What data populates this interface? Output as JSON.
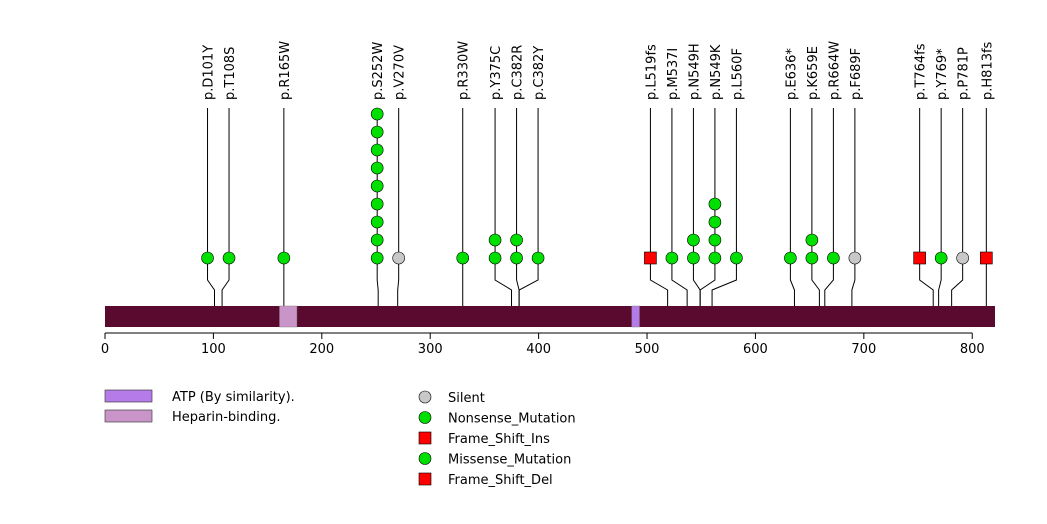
{
  "chart_data": {
    "type": "lollipop",
    "protein_length": 821,
    "x_ticks": [
      0,
      100,
      200,
      300,
      400,
      500,
      600,
      700,
      800
    ],
    "xlim": [
      0,
      821
    ],
    "colors": {
      "backbone": "#5a0a2e",
      "atp_domain": "#b57be8",
      "heparin_domain": "#c994c7",
      "silent": "#c8c8c8",
      "nonsense": "#00e000",
      "frame_shift_ins": "#ff0000",
      "missense": "#00e000",
      "frame_shift_del": "#ff0000"
    },
    "domains": [
      {
        "name": "ATP (By similarity).",
        "start": 486,
        "end": 493,
        "color_key": "atp_domain"
      },
      {
        "name": "Heparin-binding.",
        "start": 161,
        "end": 177,
        "color_key": "heparin_domain"
      }
    ],
    "mutations": [
      {
        "label": "p.D101Y",
        "position": 101,
        "count": 1,
        "type": "Missense_Mutation"
      },
      {
        "label": "p.T108S",
        "position": 108,
        "count": 1,
        "type": "Missense_Mutation"
      },
      {
        "label": "p.R165W",
        "position": 165,
        "count": 1,
        "type": "Missense_Mutation"
      },
      {
        "label": "p.S252W",
        "position": 252,
        "count": 9,
        "type": "Missense_Mutation"
      },
      {
        "label": "p.V270V",
        "position": 270,
        "count": 1,
        "type": "Silent"
      },
      {
        "label": "p.R330W",
        "position": 330,
        "count": 1,
        "type": "Missense_Mutation"
      },
      {
        "label": "p.Y375C",
        "position": 375,
        "count": 2,
        "type": "Missense_Mutation"
      },
      {
        "label": "p.C382R",
        "position": 382,
        "count": 2,
        "type": "Missense_Mutation"
      },
      {
        "label": "p.C382Y",
        "position": 382,
        "count": 1,
        "type": "Missense_Mutation"
      },
      {
        "label": "p.L519fs",
        "position": 519,
        "count": 1,
        "type": "Frame_Shift_Ins"
      },
      {
        "label": "p.M537I",
        "position": 537,
        "count": 1,
        "type": "Missense_Mutation"
      },
      {
        "label": "p.N549H",
        "position": 549,
        "count": 2,
        "type": "Missense_Mutation"
      },
      {
        "label": "p.N549K",
        "position": 549,
        "count": 4,
        "type": "Missense_Mutation"
      },
      {
        "label": "p.L560F",
        "position": 560,
        "count": 1,
        "type": "Missense_Mutation"
      },
      {
        "label": "p.E636*",
        "position": 636,
        "count": 1,
        "type": "Nonsense_Mutation"
      },
      {
        "label": "p.K659E",
        "position": 659,
        "count": 2,
        "type": "Missense_Mutation"
      },
      {
        "label": "p.R664W",
        "position": 664,
        "count": 1,
        "type": "Missense_Mutation"
      },
      {
        "label": "p.F689F",
        "position": 689,
        "count": 1,
        "type": "Silent"
      },
      {
        "label": "p.T764fs",
        "position": 764,
        "count": 1,
        "type": "Frame_Shift_Ins"
      },
      {
        "label": "p.Y769*",
        "position": 769,
        "count": 1,
        "type": "Nonsense_Mutation"
      },
      {
        "label": "p.P781P",
        "position": 781,
        "count": 1,
        "type": "Silent"
      },
      {
        "label": "p.H813fs",
        "position": 813,
        "count": 1,
        "type": "Frame_Shift_Del"
      }
    ],
    "legend_domains": [
      {
        "label": "ATP (By similarity).",
        "color_key": "atp_domain"
      },
      {
        "label": "Heparin-binding.",
        "color_key": "heparin_domain"
      }
    ],
    "legend_mutations": [
      {
        "label": "Silent",
        "shape": "circle",
        "color_key": "silent"
      },
      {
        "label": "Nonsense_Mutation",
        "shape": "circle",
        "color_key": "nonsense"
      },
      {
        "label": "Frame_Shift_Ins",
        "shape": "square",
        "color_key": "frame_shift_ins"
      },
      {
        "label": "Missense_Mutation",
        "shape": "circle",
        "color_key": "missense"
      },
      {
        "label": "Frame_Shift_Del",
        "shape": "square",
        "color_key": "frame_shift_del"
      }
    ]
  }
}
